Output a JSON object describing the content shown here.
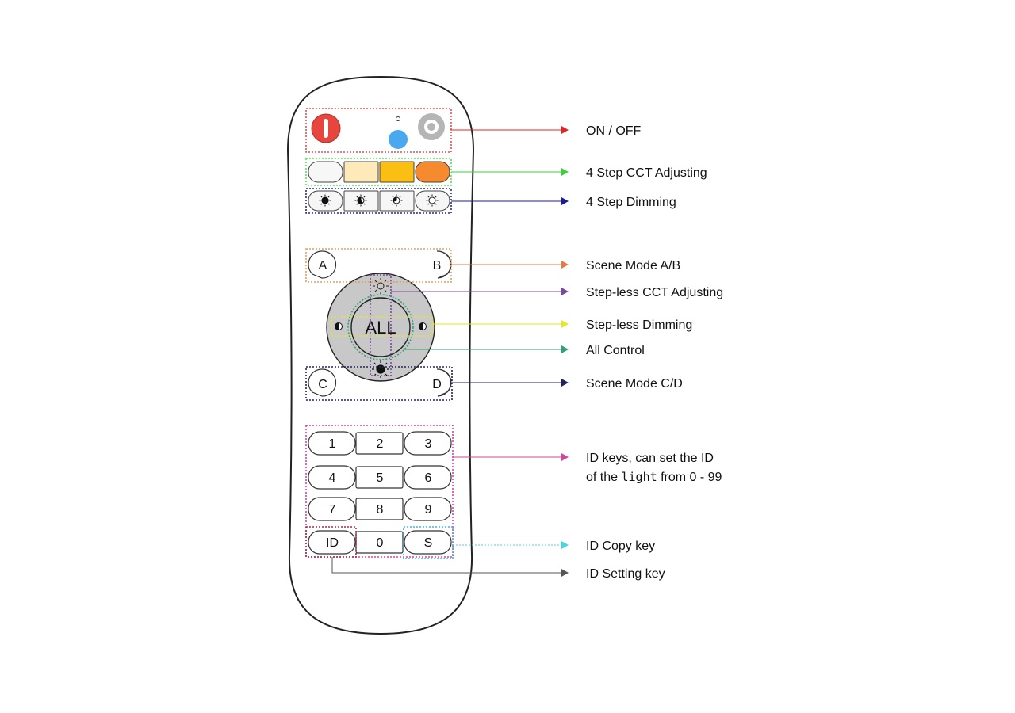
{
  "remote": {
    "scene_keys": [
      "A",
      "B",
      "C",
      "D"
    ],
    "center_key": "ALL",
    "number_keys": [
      "1",
      "2",
      "3",
      "4",
      "5",
      "6",
      "7",
      "8",
      "9"
    ],
    "bottom_keys": [
      "ID",
      "0",
      "S"
    ],
    "cct_colors": [
      "#f7f7f7",
      "#fdeab8",
      "#fbbf14",
      "#f68a2e"
    ],
    "power_color": "#e8453c",
    "indicator_color": "#4aa8ee",
    "mode_color": "#b5b5b5",
    "wheel_color": "#c8c8c8"
  },
  "annotations": [
    {
      "label": "ON / OFF",
      "color": "#e02424"
    },
    {
      "label": "4 Step CCT Adjusting",
      "color": "#3ad23a"
    },
    {
      "label": "4 Step Dimming",
      "color": "#1b1b9c"
    },
    {
      "label": "Scene Mode A/B",
      "color": "#e07a48"
    },
    {
      "label": "Step-less CCT Adjusting",
      "color": "#7a4a9a"
    },
    {
      "label": "Step-less Dimming",
      "color": "#e6e62a"
    },
    {
      "label": "All Control",
      "color": "#2fa276"
    },
    {
      "label": "Scene Mode C/D",
      "color": "#23235e"
    },
    {
      "label_line1": "ID keys, can set the ID",
      "label_line2_a": "of the ",
      "label_line2_mono": "light",
      "label_line2_b": " from 0 - 99",
      "color": "#d2479a"
    },
    {
      "label": "ID Copy key",
      "color": "#44d4e4"
    },
    {
      "label": "ID Setting key",
      "color": "#555555"
    }
  ]
}
